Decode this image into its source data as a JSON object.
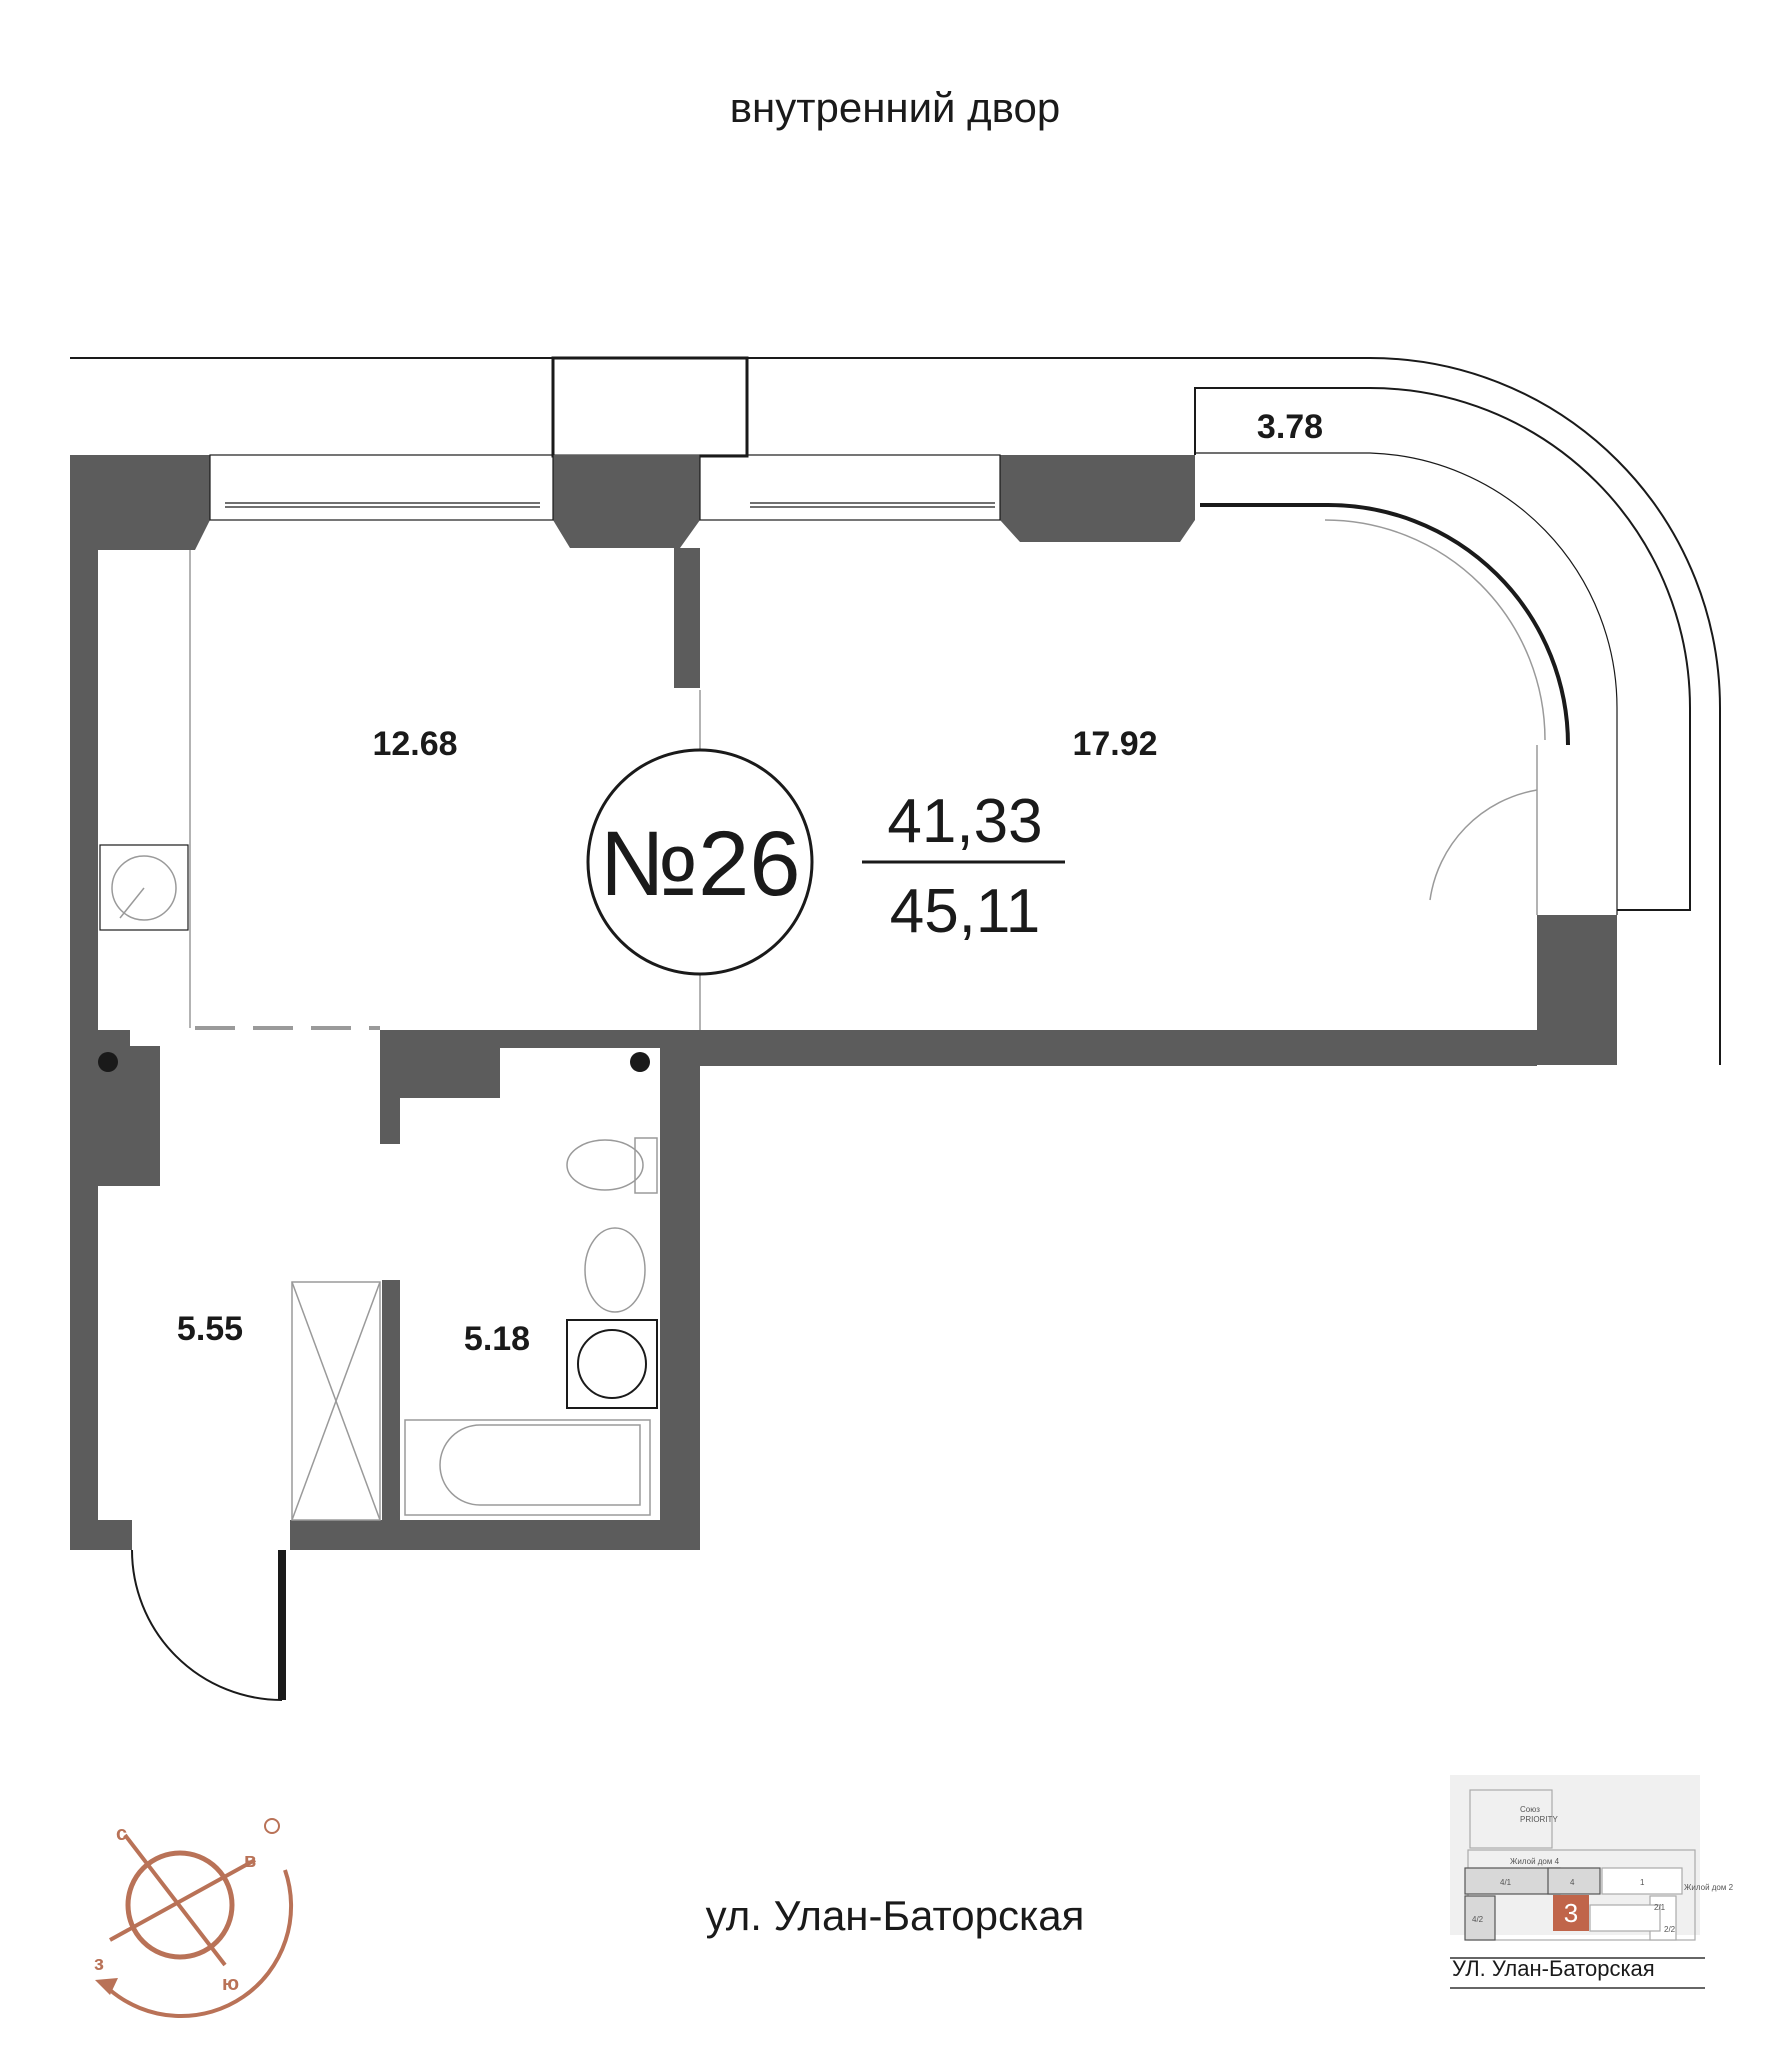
{
  "top_label": "внутренний двор",
  "bottom_label": "ул. Улан-Баторская",
  "apartment_number": "№26",
  "area_living": "41,33",
  "area_total": "45,11",
  "rooms": {
    "kitchen": "12.68",
    "living": "17.92",
    "balcony": "3.78",
    "hall": "5.55",
    "bath": "5.18"
  },
  "compass": {
    "north": "с",
    "east": "в",
    "south": "ю",
    "west": "з",
    "color": "#b97257"
  },
  "site_map": {
    "building_highlight": "3",
    "highlight_color": "#c0654a",
    "street": "УЛ. Улан-Баторская",
    "labels": [
      "Союз",
      "PRIORITY",
      "Жилой дом 4",
      "4/1",
      "4",
      "1",
      "4/2",
      "2/1",
      "2/2",
      "Жилой дом 2"
    ]
  }
}
